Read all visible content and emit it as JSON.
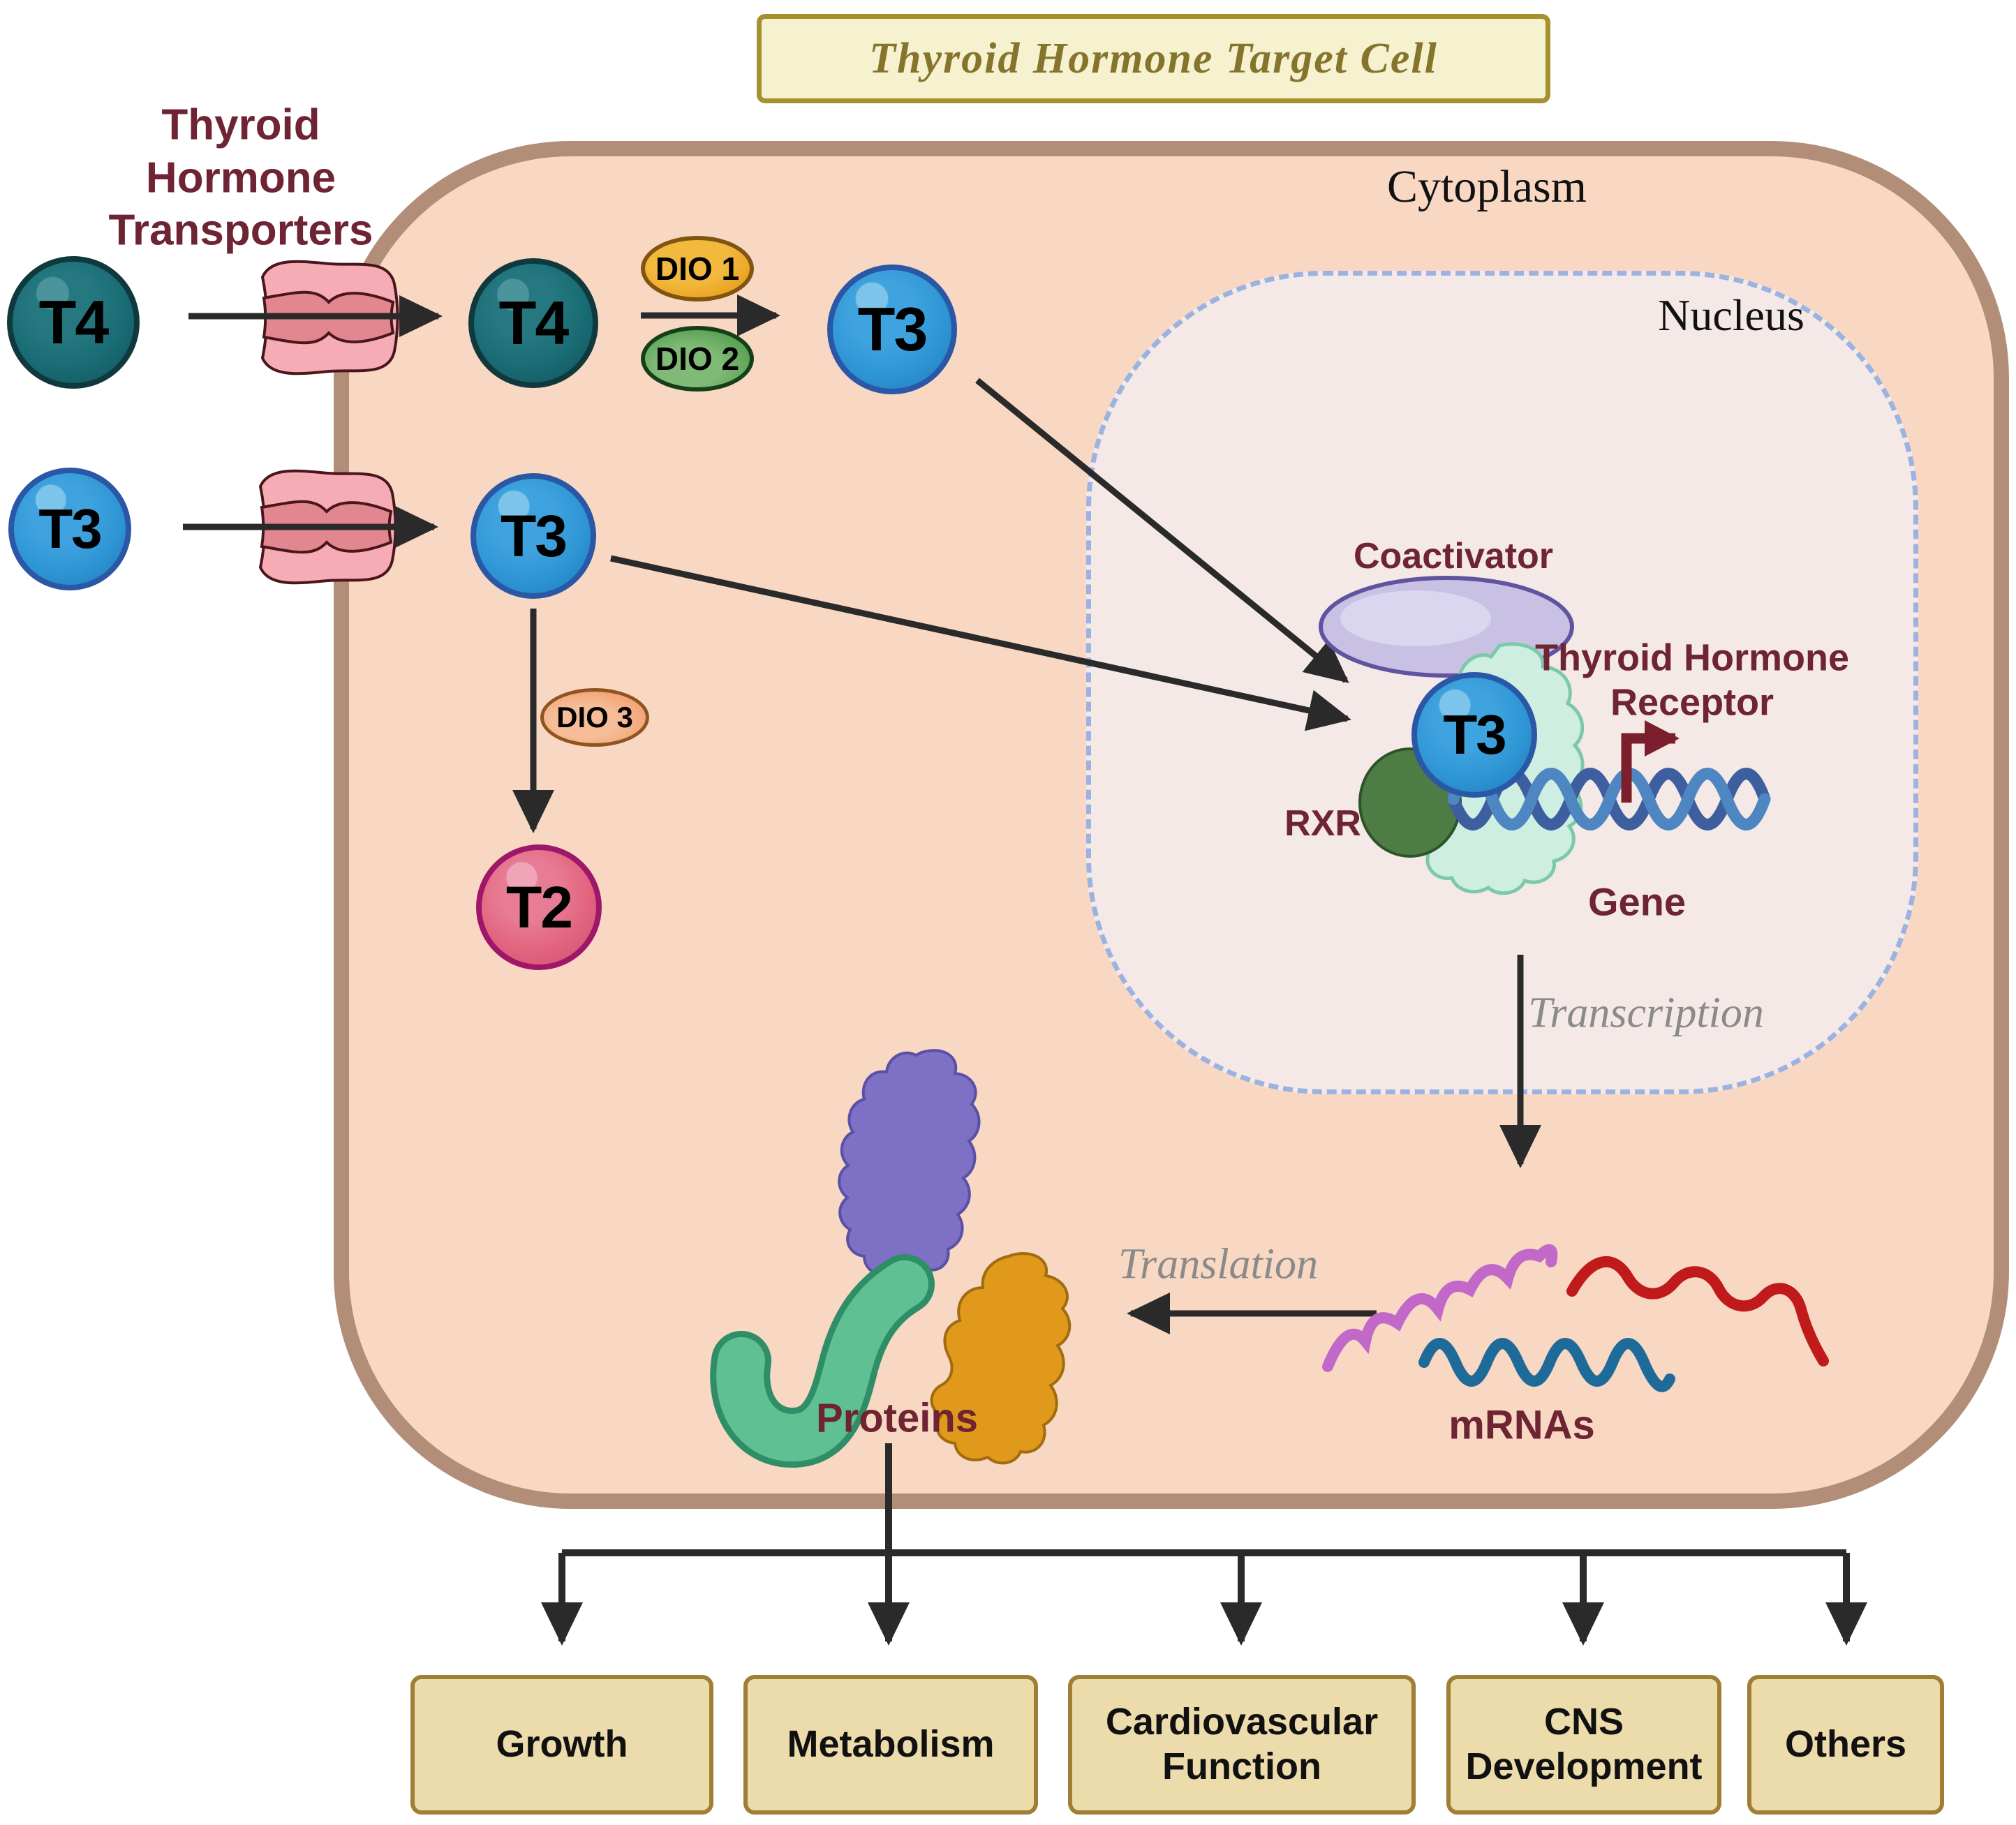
{
  "title": "Thyroid Hormone Target Cell",
  "regions": {
    "cytoplasm": "Cytoplasm",
    "nucleus": "Nucleus"
  },
  "extracellular": {
    "transporters_label": "Thyroid Hormone Transporters",
    "t4": "T4",
    "t3": "T3"
  },
  "cytoplasm_items": {
    "t4": "T4",
    "t3_from_t4": "T3",
    "t3": "T3",
    "t2": "T2",
    "dio1": "DIO 1",
    "dio2": "DIO 2",
    "dio3": "DIO 3",
    "translation_label": "Translation",
    "mrnas_label": "mRNAs",
    "proteins_label": "Proteins"
  },
  "nucleus_items": {
    "coactivator": "Coactivator",
    "t3": "T3",
    "rxr": "RXR",
    "receptor_label": "Thyroid Hormone Receptor",
    "gene": "Gene",
    "transcription_label": "Transcription"
  },
  "outcomes": [
    "Growth",
    "Metabolism",
    "Cardiovascular Function",
    "CNS Development",
    "Others"
  ],
  "colors": {
    "cell_fill": "#f8d8c3",
    "cell_border": "#b28e79",
    "nucleus_fill": "#f4e9e6",
    "nucleus_border": "#9cb3e2",
    "label_maroon": "#6e2433",
    "title_bg": "#f6f1cf",
    "title_border": "#a6912f",
    "title_text": "#85752c",
    "t4_fill": "#196b74",
    "t4_border": "#10393d",
    "t3_fill": "#2f96d5",
    "t3_border": "#2a57a6",
    "t2_fill": "#e2647f",
    "t2_border": "#9f1768",
    "dio1_fill": "#eca424",
    "dio2_fill": "#5aa353",
    "dio3_fill": "#f2a476",
    "transporter_fill": "#f5acb5",
    "transporter_inner": "#e28690",
    "coactivator_fill": "#c8c1e4",
    "coactivator_border": "#6054a0",
    "receptor_fill": "#cdeee1",
    "receptor_border": "#7cc9a9",
    "rxr_fill": "#4d7d45",
    "dna_dark": "#3d5f9f",
    "dna_light": "#4e86c2",
    "mrna_purple": "#c168c8",
    "mrna_red": "#c01a1a",
    "mrna_blue": "#1e6b9a",
    "protein_purple": "#7d70c5",
    "protein_green": "#5fc093",
    "protein_orange": "#e0991b",
    "outcome_fill": "#eddcab",
    "outcome_border": "#9f7f35",
    "arrow_black": "#2a2a2a",
    "arrow_maroon": "#7a1f2b",
    "process_gray": "#8a8a8a"
  }
}
